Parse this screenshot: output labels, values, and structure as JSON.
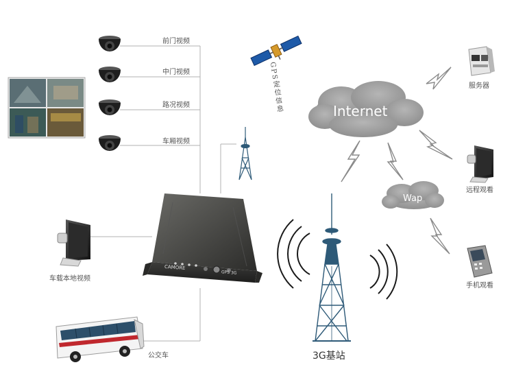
{
  "cameras": [
    {
      "label": "前门视频"
    },
    {
      "label": "中门视频"
    },
    {
      "label": "路况视频"
    },
    {
      "label": "车厢视频"
    }
  ],
  "gps": {
    "label": "GPS定位信息"
  },
  "internet": {
    "label": "Internet"
  },
  "wap": {
    "label": "Wap"
  },
  "server": {
    "label": "服务器"
  },
  "remote_view": {
    "label": "远程观看"
  },
  "mobile_view": {
    "label": "手机观看"
  },
  "local_view": {
    "label": "车载本地视频"
  },
  "bus": {
    "label": "公交车"
  },
  "base_station": {
    "label": "3G基站"
  },
  "dvr": {
    "brand": "CAMORE",
    "ports": "GPS 3G"
  },
  "colors": {
    "line": "#b0b0b0",
    "cloud": "#9a9a9a",
    "tower": "#2e5a78",
    "device": "#3a3a38"
  }
}
